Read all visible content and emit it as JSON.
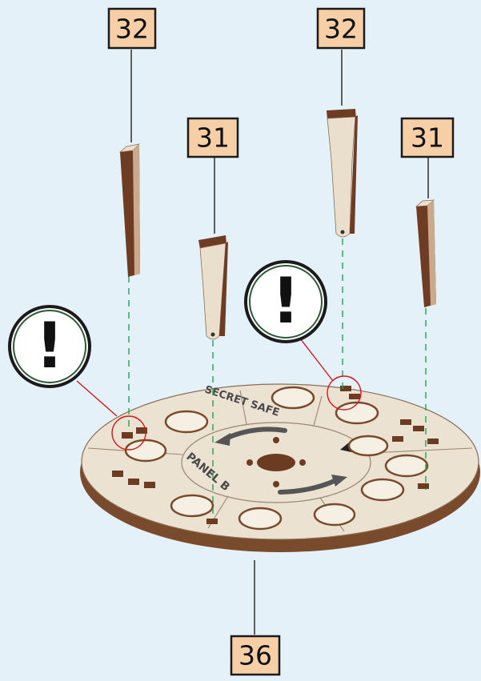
{
  "part_labels": {
    "peg_left_tall": "32",
    "peg_left_short": "31",
    "peg_right_tall": "32",
    "peg_right_short": "31",
    "base_plate": "36"
  },
  "warnings": {
    "left_symbol": "!",
    "right_symbol": "!"
  },
  "plate_engraving": {
    "upper_text": "SECRET SAFE",
    "side_text": "PANEL B"
  },
  "colors": {
    "background": "#e4f1f9",
    "label_fill": "#f7cfa6",
    "guide_line": "#1fa64a",
    "callout_circle": "#d41a1a",
    "wood_light": "#eadfcd",
    "wood_dark": "#6e3c22"
  }
}
